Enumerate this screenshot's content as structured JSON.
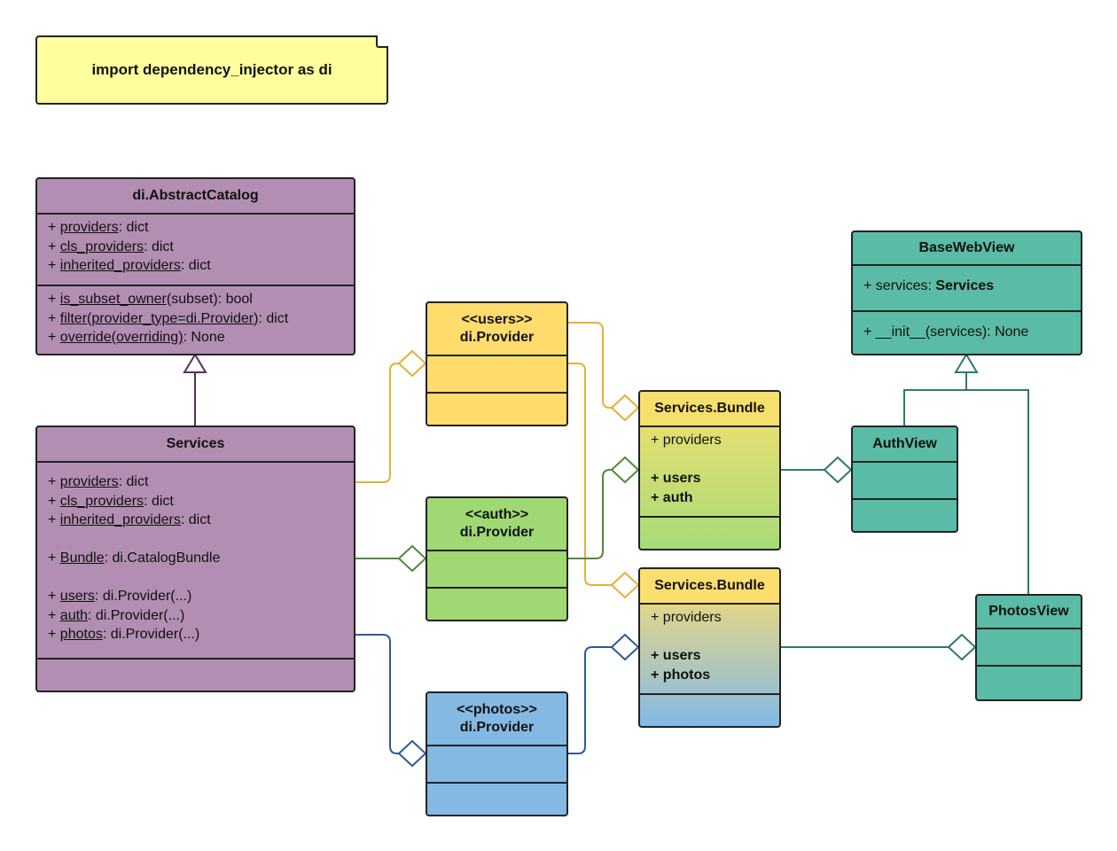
{
  "note": {
    "text": "import dependency_injector as di"
  },
  "abstract_catalog": {
    "title": "di.AbstractCatalog",
    "attributes": [
      {
        "prefix": "+ ",
        "name": "providers",
        "type": ": dict"
      },
      {
        "prefix": "+ ",
        "name": "cls_providers",
        "type": ": dict"
      },
      {
        "prefix": "+ ",
        "name": "inherited_providers",
        "type": ": dict"
      }
    ],
    "methods": [
      {
        "prefix": "+ ",
        "name": "is_subset_owner",
        "args": "(subset)",
        "args_underline": false,
        "type": ": bool"
      },
      {
        "prefix": "+ ",
        "name": "filter",
        "args": "(provider_type=di.Provider)",
        "args_underline": true,
        "type": ": dict"
      },
      {
        "prefix": "+ ",
        "name": "override",
        "args": "(overriding)",
        "args_underline": true,
        "type": ": None"
      }
    ]
  },
  "services": {
    "title": "Services",
    "attributes": [
      {
        "prefix": "+ ",
        "name": "providers",
        "type": ": dict"
      },
      {
        "prefix": "+ ",
        "name": "cls_providers",
        "type": ": dict"
      },
      {
        "prefix": "+ ",
        "name": "inherited_providers",
        "type": ": dict"
      },
      {
        "prefix": "+ ",
        "name": "Bundle",
        "type": ": di.CatalogBundle"
      },
      {
        "prefix": "+ ",
        "name": "users",
        "type": ": di.Provider(...)"
      },
      {
        "prefix": "+ ",
        "name": "auth",
        "type": ": di.Provider(...)"
      },
      {
        "prefix": "+ ",
        "name": "photos",
        "type": ": di.Provider(...)"
      }
    ]
  },
  "users_provider": {
    "stereotype": "<<users>>",
    "title": "di.Provider"
  },
  "auth_provider": {
    "stereotype": "<<auth>>",
    "title": "di.Provider"
  },
  "photos_provider": {
    "stereotype": "<<photos>>",
    "title": "di.Provider"
  },
  "bundle_auth": {
    "title": "Services.Bundle",
    "field": "+ providers",
    "member_prefix": "+ ",
    "members": [
      "users",
      "auth"
    ]
  },
  "bundle_photos": {
    "title": "Services.Bundle",
    "field": "+ providers",
    "member_prefix": "+ ",
    "members": [
      "users",
      "photos"
    ]
  },
  "base_web_view": {
    "title": "BaseWebView",
    "attribute_prefix": "+ services: ",
    "attribute_type": "Services",
    "method": "+ __init__(services): None"
  },
  "auth_view": {
    "title": "AuthView"
  },
  "photos_view": {
    "title": "PhotosView"
  },
  "colors": {
    "catalog": "#b28eb2",
    "users": "#ffdc6b",
    "auth": "#a0d873",
    "photos": "#84b9e4",
    "views": "#5abba6",
    "note": "#ffff9d",
    "line_users": "#e3b13a",
    "line_auth": "#4e8b3a",
    "line_photos": "#2e5a94",
    "line_views": "#2f7a66",
    "line_inherit": "#5a2d63"
  }
}
